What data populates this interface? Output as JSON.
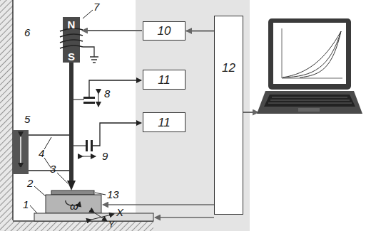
{
  "diagram": {
    "nodes": [
      {
        "text": [
          "10"
        ]
      },
      {
        "text": [
          "11"
        ]
      },
      {
        "text": [
          "11"
        ]
      },
      {
        "text": [
          "12"
        ]
      }
    ],
    "edges": [
      {
        "from": 3,
        "to": 0,
        "arrow": "to"
      }
    ],
    "labels": [
      "N",
      "S",
      "7",
      "6",
      "5",
      "4",
      "8",
      "9",
      "3",
      "2",
      "13",
      "1",
      "ω",
      "X",
      "Y"
    ]
  }
}
